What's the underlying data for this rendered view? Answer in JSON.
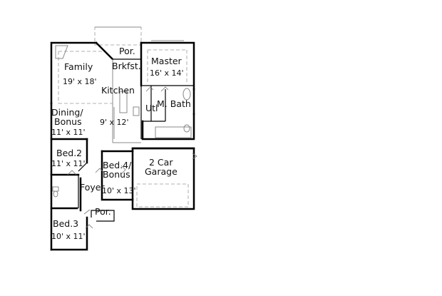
{
  "plan": {
    "background": "#ffffff",
    "wall_color": "#000000",
    "rooms": [
      {
        "id": "porch-rear",
        "name": "Por.",
        "size": ""
      },
      {
        "id": "family",
        "name": "Family",
        "size": "19' x 18'"
      },
      {
        "id": "breakfast",
        "name": "Brkfst.",
        "size": ""
      },
      {
        "id": "master",
        "name": "Master",
        "size": "16' x 14'"
      },
      {
        "id": "kitchen",
        "name": "Kitchen",
        "size": "9' x 12'"
      },
      {
        "id": "utility",
        "name": "Utl",
        "size": ""
      },
      {
        "id": "master-bath",
        "name": "M. Bath",
        "size": ""
      },
      {
        "id": "dining",
        "name_line1": "Dining/",
        "name_line2": "Bonus",
        "size": "11' x 11'"
      },
      {
        "id": "bed2",
        "name": "Bed.2",
        "size": "11' x 11'"
      },
      {
        "id": "bed4",
        "name_line1": "Bed.4/",
        "name_line2": "Bonus",
        "size": "10' x 13'"
      },
      {
        "id": "garage",
        "name_line1": "2 Car",
        "name_line2": "Garage",
        "size": ""
      },
      {
        "id": "foyer",
        "name": "Foyer",
        "size": ""
      },
      {
        "id": "porch-front",
        "name": "Por.",
        "size": ""
      },
      {
        "id": "bed3",
        "name": "Bed.3",
        "size": "10' x 11'"
      }
    ]
  }
}
